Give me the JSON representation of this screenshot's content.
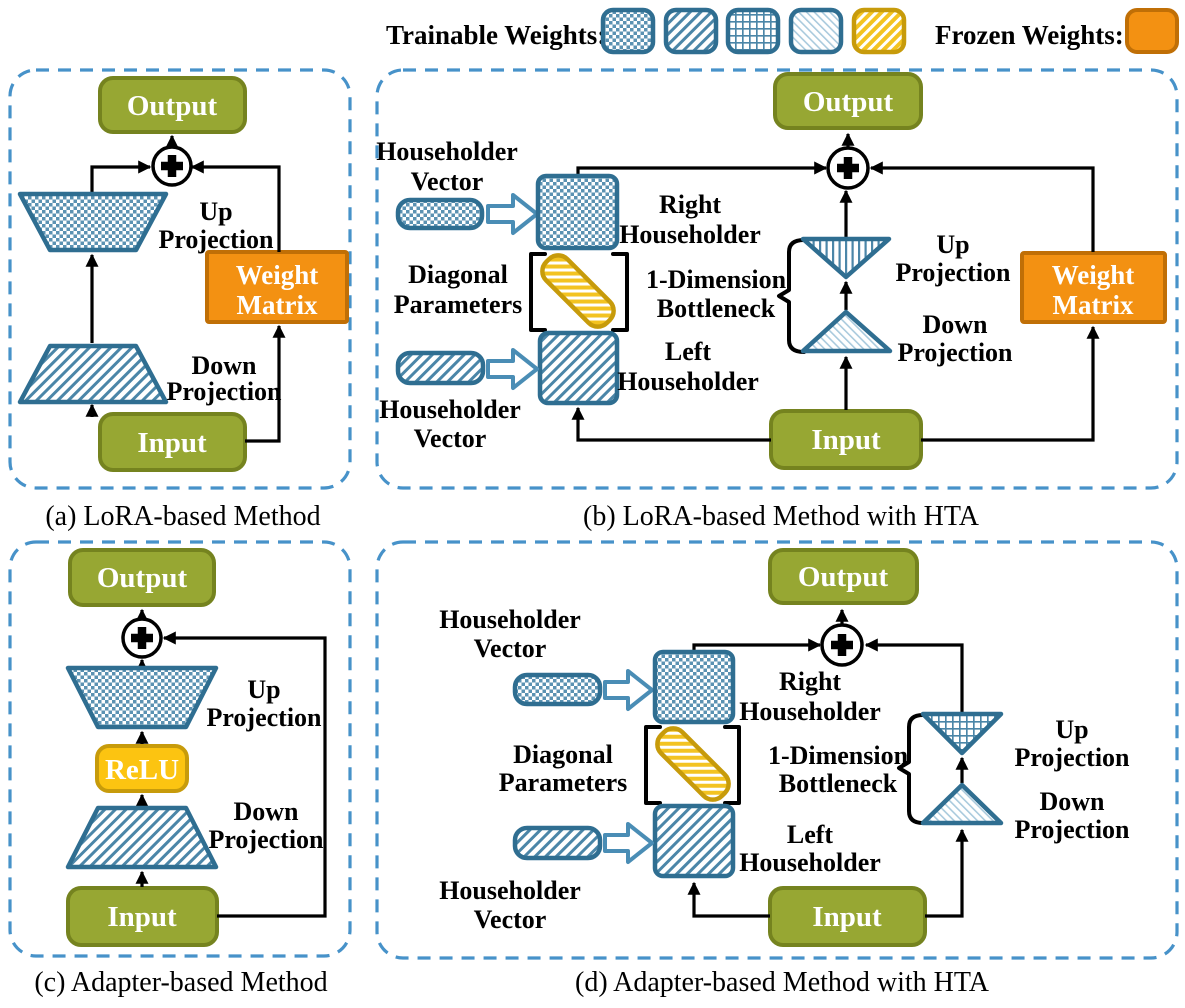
{
  "legend": {
    "trainable_label": "Trainable Weights:",
    "frozen_label": "Frozen Weights:",
    "swatch_patterns": [
      "checker",
      "diagonal-lines",
      "grid",
      "light-hatch",
      "yellow-diagonal"
    ],
    "frozen_swatch": "solid-orange"
  },
  "colors": {
    "green_fill": "#97A733",
    "green_border": "#75831F",
    "orange_fill": "#F39112",
    "orange_border": "#C06F06",
    "yellow_fill": "#FCC411",
    "yellow_border": "#C79B0B",
    "blue_shape_border": "#2F6E91",
    "blue_pattern": "#4B86A8",
    "panel_dash_border": "#4792C9",
    "open_arrow_blue": "#4A8DB5"
  },
  "panels": {
    "a": {
      "caption": "(a) LoRA-based Method",
      "output": "Output",
      "input": "Input",
      "up_label_1": "Up",
      "up_label_2": "Projection",
      "down_label_1": "Down",
      "down_label_2": "Projection",
      "weight_matrix_1": "Weight",
      "weight_matrix_2": "Matrix"
    },
    "b": {
      "caption": "(b) LoRA-based Method with HTA",
      "output": "Output",
      "input": "Input",
      "hv_top_1": "Householder",
      "hv_top_2": "Vector",
      "hv_bottom_1": "Householder",
      "hv_bottom_2": "Vector",
      "right_householder_1": "Right",
      "right_householder_2": "Householder",
      "left_householder_1": "Left",
      "left_householder_2": "Householder",
      "diagonal_1": "Diagonal",
      "diagonal_2": "Parameters",
      "bottleneck_1": "1-Dimension",
      "bottleneck_2": "Bottleneck",
      "up_label_1": "Up",
      "up_label_2": "Projection",
      "down_label_1": "Down",
      "down_label_2": "Projection",
      "weight_matrix_1": "Weight",
      "weight_matrix_2": "Matrix"
    },
    "c": {
      "caption": "(c) Adapter-based Method",
      "output": "Output",
      "input": "Input",
      "relu": "ReLU",
      "up_label_1": "Up",
      "up_label_2": "Projection",
      "down_label_1": "Down",
      "down_label_2": "Projection"
    },
    "d": {
      "caption": "(d) Adapter-based Method with HTA",
      "output": "Output",
      "input": "Input",
      "hv_top_1": "Householder",
      "hv_top_2": "Vector",
      "hv_bottom_1": "Householder",
      "hv_bottom_2": "Vector",
      "right_householder_1": "Right",
      "right_householder_2": "Householder",
      "left_householder_1": "Left",
      "left_householder_2": "Householder",
      "diagonal_1": "Diagonal",
      "diagonal_2": "Parameters",
      "bottleneck_1": "1-Dimension",
      "bottleneck_2": "Bottleneck",
      "up_label_1": "Up",
      "up_label_2": "Projection",
      "down_label_1": "Down",
      "down_label_2": "Projection"
    }
  }
}
